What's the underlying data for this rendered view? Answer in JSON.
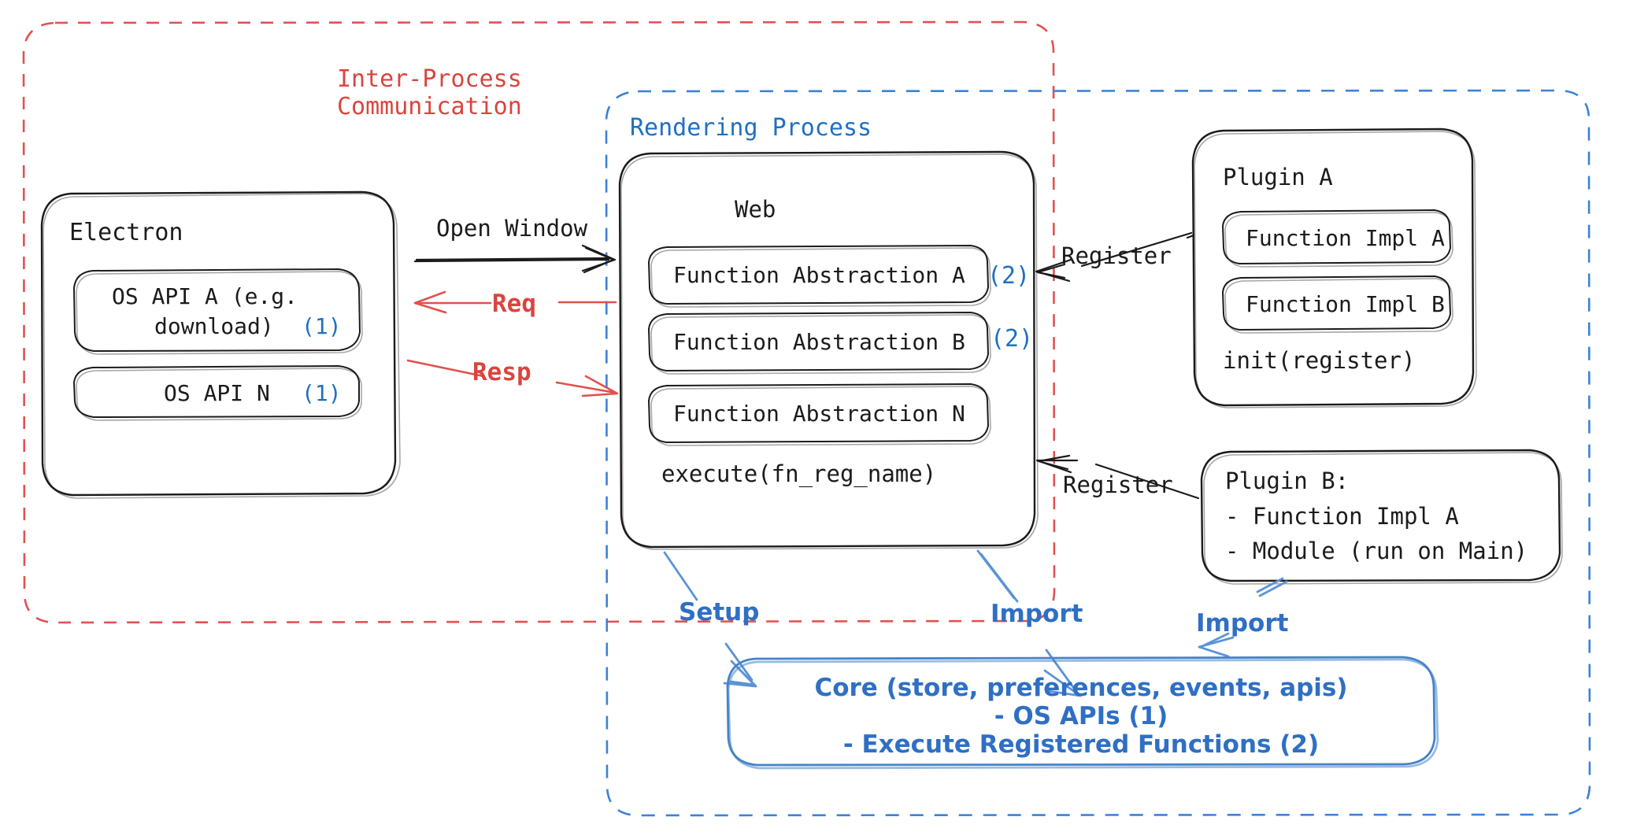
{
  "diagram": {
    "title": "Electron plugin architecture",
    "colors": {
      "ipc_red": "#d9453f",
      "render_blue": "#1f70c1",
      "core_blue": "#2f6fc4",
      "ink": "#1b1b1b"
    },
    "regions": {
      "ipc": {
        "label_line1": "Inter-Process",
        "label_line2": "Communication"
      },
      "rendering": {
        "label": "Rendering Process"
      }
    },
    "electron": {
      "title": "Electron",
      "apis": [
        {
          "line1": "OS API A (e.g.",
          "line2": "download)",
          "marker": "(1)"
        },
        {
          "line1": "OS API N",
          "line2": "",
          "marker": "(1)"
        }
      ]
    },
    "web": {
      "title": "Web",
      "abstractions": [
        {
          "label": "Function Abstraction A",
          "marker": "(2)"
        },
        {
          "label": "Function Abstraction B",
          "marker": "(2)"
        },
        {
          "label": "Function Abstraction N",
          "marker": ""
        }
      ],
      "execute": "execute(fn_reg_name)"
    },
    "plugin_a": {
      "title": "Plugin A",
      "impls": [
        "Function Impl A",
        "Function Impl B"
      ],
      "init": "init(register)"
    },
    "plugin_b": {
      "title": "Plugin B:",
      "items": [
        "- Function Impl A",
        "- Module (run on Main)"
      ]
    },
    "core": {
      "line1": "Core (store, preferences, events, apis)",
      "line2": "- OS APIs (1)",
      "line3": "- Execute Registered Functions (2)"
    },
    "arrows": {
      "open_window": "Open Window",
      "req": "Req",
      "resp": "Resp",
      "register_top": "Register",
      "register_bottom": "Register",
      "setup": "Setup",
      "import_web": "Import",
      "import_plugin_b": "Import"
    }
  }
}
